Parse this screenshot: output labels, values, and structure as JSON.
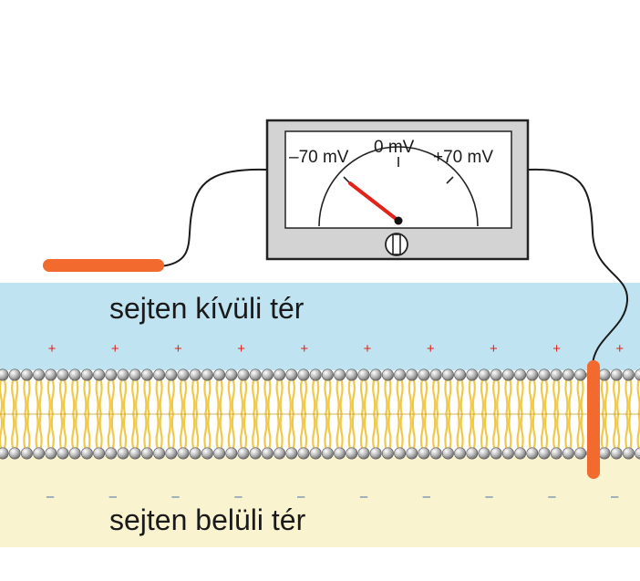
{
  "meter": {
    "scale_left": "–70 mV",
    "scale_center": "0 mV",
    "scale_right": "+70 mV",
    "reading": "–70 mV"
  },
  "regions": {
    "outside_label": "sejten kívüli tér",
    "inside_label": "sejten belüli tér"
  },
  "charges": {
    "outside_symbol": "+",
    "outside_count": 10,
    "inside_symbol": "–",
    "inside_count": 10
  },
  "colors": {
    "outside_fluid": "#bfe3f0",
    "inside_fluid": "#f9f3cf",
    "electrode": "#f26a2e",
    "needle": "#e2231a",
    "charge_plus": "#e2231a",
    "charge_minus": "#4a6fa5",
    "lipid_tail": "#f0c84a",
    "meter_case": "#d3d3d3"
  }
}
